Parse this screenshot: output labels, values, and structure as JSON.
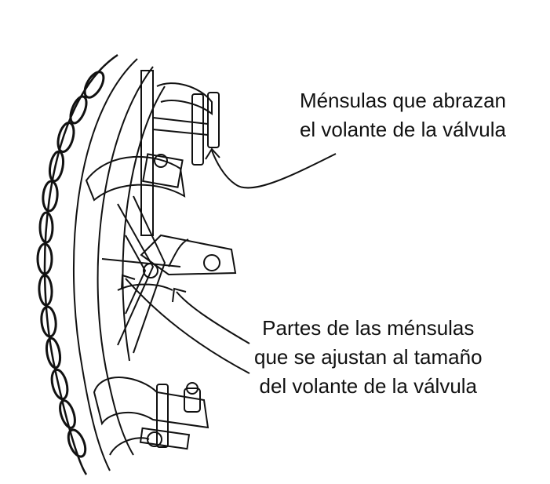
{
  "labels": {
    "brackets_clamp": [
      "Ménsulas que abrazan",
      "el volante de la válvula"
    ],
    "adjustable_parts": [
      "Partes de las ménsulas",
      "que se ajustan al tamaño",
      "del volante de la válvula"
    ]
  },
  "colors": {
    "ink": "#111111",
    "background": "#ffffff"
  }
}
